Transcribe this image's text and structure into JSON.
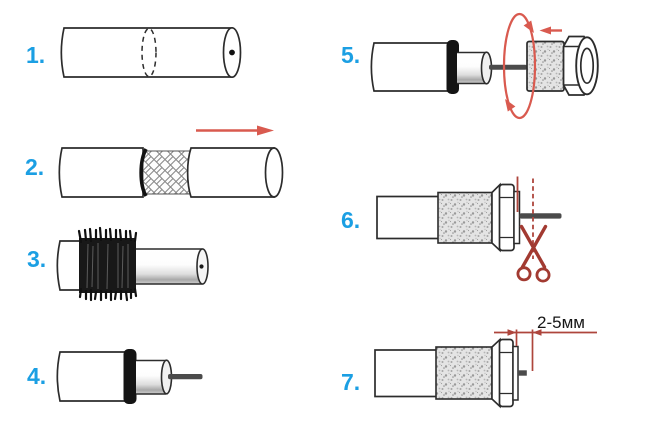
{
  "diagram": {
    "background": "#ffffff",
    "measurement_label": "2-5мм"
  },
  "colors": {
    "step_number_blue": "#1b9fe3",
    "arrow_red": "#d95a4f",
    "cut_mark_red": "#ae453c",
    "scissors_dark_red": "#a23a31",
    "conductor_gray": "#4b4b4b",
    "outline_dark": "#2c2c2c"
  },
  "steps": [
    {
      "label": "1.",
      "illustration": "coax-cable-with-dashed-cut-line"
    },
    {
      "label": "2.",
      "illustration": "jacket-slid-forward-exposing-braid",
      "arrow": "slide-right"
    },
    {
      "label": "3.",
      "illustration": "braid-folded-back-like-brush"
    },
    {
      "label": "4.",
      "illustration": "stripped-dielectric-and-center-conductor"
    },
    {
      "label": "5.",
      "illustration": "f-connector-screwed-onto-cable",
      "arrows": [
        "rotate-clockwise",
        "push-onto-cable"
      ]
    },
    {
      "label": "6.",
      "illustration": "trim-center-conductor-with-scissors"
    },
    {
      "label": "7.",
      "illustration": "finished-f-connector-with-conductor-stub"
    }
  ]
}
